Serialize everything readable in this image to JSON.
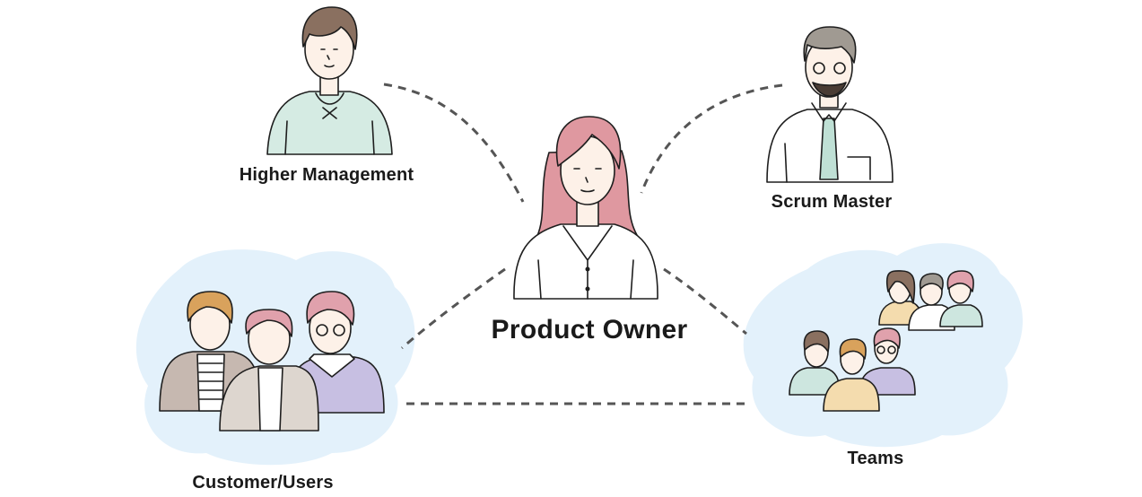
{
  "diagram": {
    "center_role": "Product Owner",
    "stakeholders": {
      "higher_management": "Higher Management",
      "scrum_master": "Scrum Master",
      "customer_users": "Customer/Users",
      "teams": "Teams"
    }
  },
  "colors": {
    "line": "#555555",
    "cloud": "#e3f1fb",
    "outline": "#1e1e1e",
    "skin": "#fdf1e8",
    "pink_hair": "#df98a0",
    "pink_blouse": "#ffffff",
    "mint_sweater": "#d5ebe3",
    "brown_hair": "#8a7060",
    "gray_hair": "#a09a92",
    "tie": "#bfe0d5",
    "taupe_jacket": "#c6b8b0",
    "beige_jacket": "#ddd6cf",
    "lavender_vest": "#c7bfe2",
    "yellow_hair": "#d9a25c",
    "pink_hair_b": "#e0a1ac",
    "yellow_top": "#f4dcae",
    "mint_top": "#cde6df"
  }
}
